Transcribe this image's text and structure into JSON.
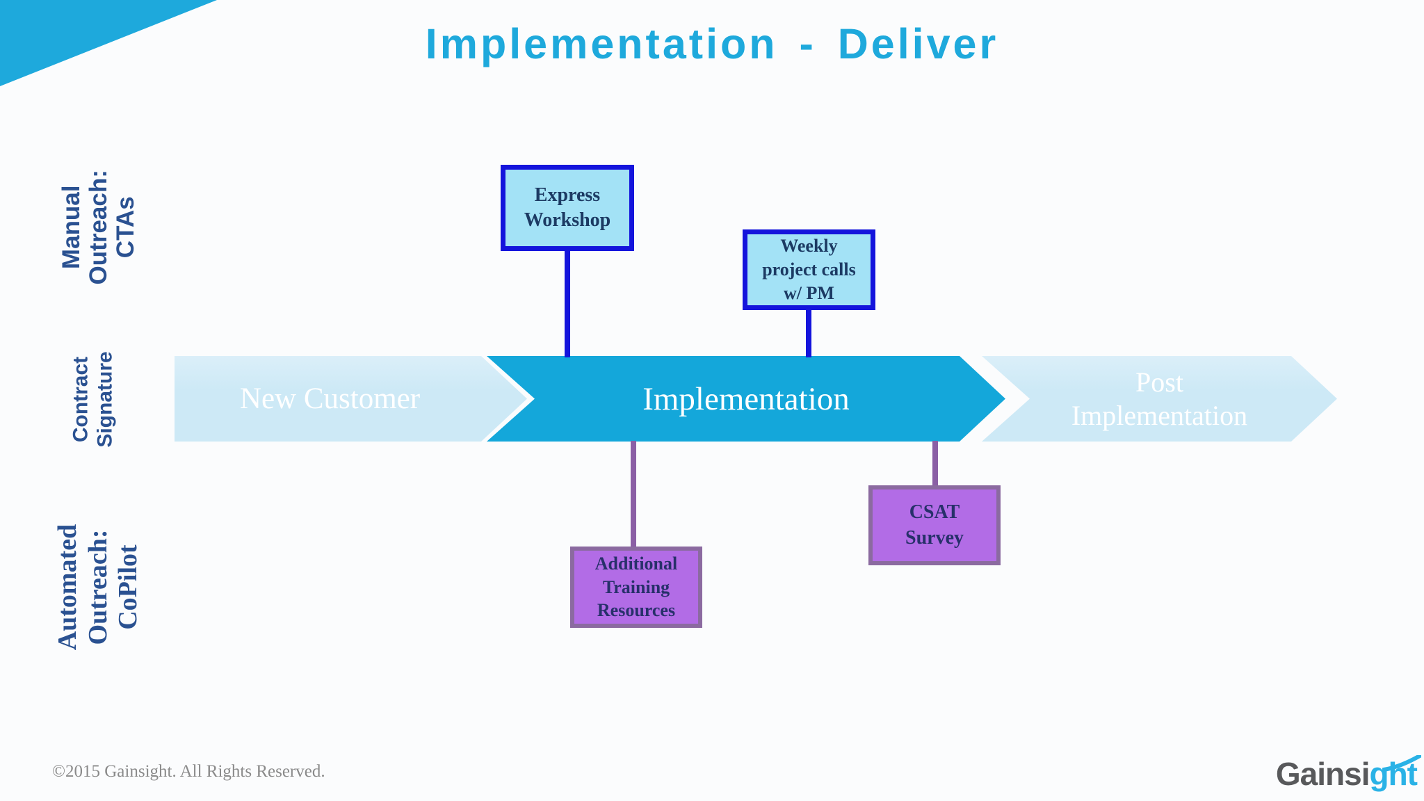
{
  "title": "Implementation - Deliver",
  "row_labels": {
    "manual": "Manual\nOutreach:\nCTAs",
    "contract": "Contract\nSignature",
    "automated": "Automated\nOutreach:\nCoPilot"
  },
  "process": {
    "stages": [
      {
        "label": "New Customer"
      },
      {
        "label": "Implementation"
      },
      {
        "label": "Post Implementation"
      }
    ]
  },
  "manual_ctas": [
    {
      "label": "Express\nWorkshop"
    },
    {
      "label": "Weekly\nproject calls\nw/ PM"
    }
  ],
  "automated_copilot": [
    {
      "label": "Additional\nTraining\nResources"
    },
    {
      "label": "CSAT\nSurvey"
    }
  ],
  "footer": "©2015 Gainsight. All Rights Reserved.",
  "logo": {
    "text_gray": "Gainsi",
    "text_cyan": "ght"
  },
  "colors": {
    "accent-cyan": "#1ea9dc",
    "stage-dark": "#14a7da",
    "stage-light": "#cde9f6",
    "label-navy": "#2a5191",
    "cta-fill": "#a3e2f6",
    "cta-border": "#1414dc",
    "cta-text": "#1c3a63",
    "copilot-fill": "#b26ce6",
    "copilot-border": "#8b6aa0",
    "copilot-text": "#27306a",
    "connector-blue": "#1414dc",
    "connector-purple": "#8b5fa5",
    "footer-gray": "#8a8a8a",
    "logo-gray": "#58595b",
    "logo-cyan": "#2ab2e6"
  }
}
